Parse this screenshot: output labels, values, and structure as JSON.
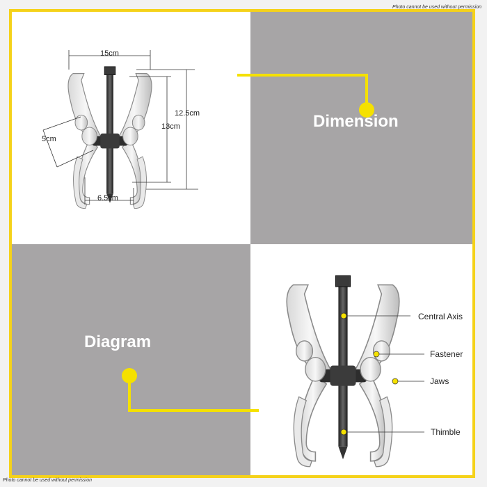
{
  "watermark": {
    "top": "Photo cannot be used without permission",
    "bottom": "Photo cannot be used without permission"
  },
  "sections": {
    "dimension_title": "Dimension",
    "diagram_title": "Diagram"
  },
  "dimensions": {
    "width_top": "15cm",
    "height_outer": "12.5cm",
    "height_inner": "13cm",
    "jaw_depth": "5cm",
    "base_width": "6.5cm"
  },
  "parts": {
    "central_axis": "Central Axis",
    "fastener": "Fastener",
    "jaws": "Jaws",
    "thimble": "Thimble"
  },
  "colors": {
    "frame": "#f5d21a",
    "accent": "#f5e100",
    "panel_gray": "#a7a5a6",
    "panel_white": "#ffffff"
  }
}
